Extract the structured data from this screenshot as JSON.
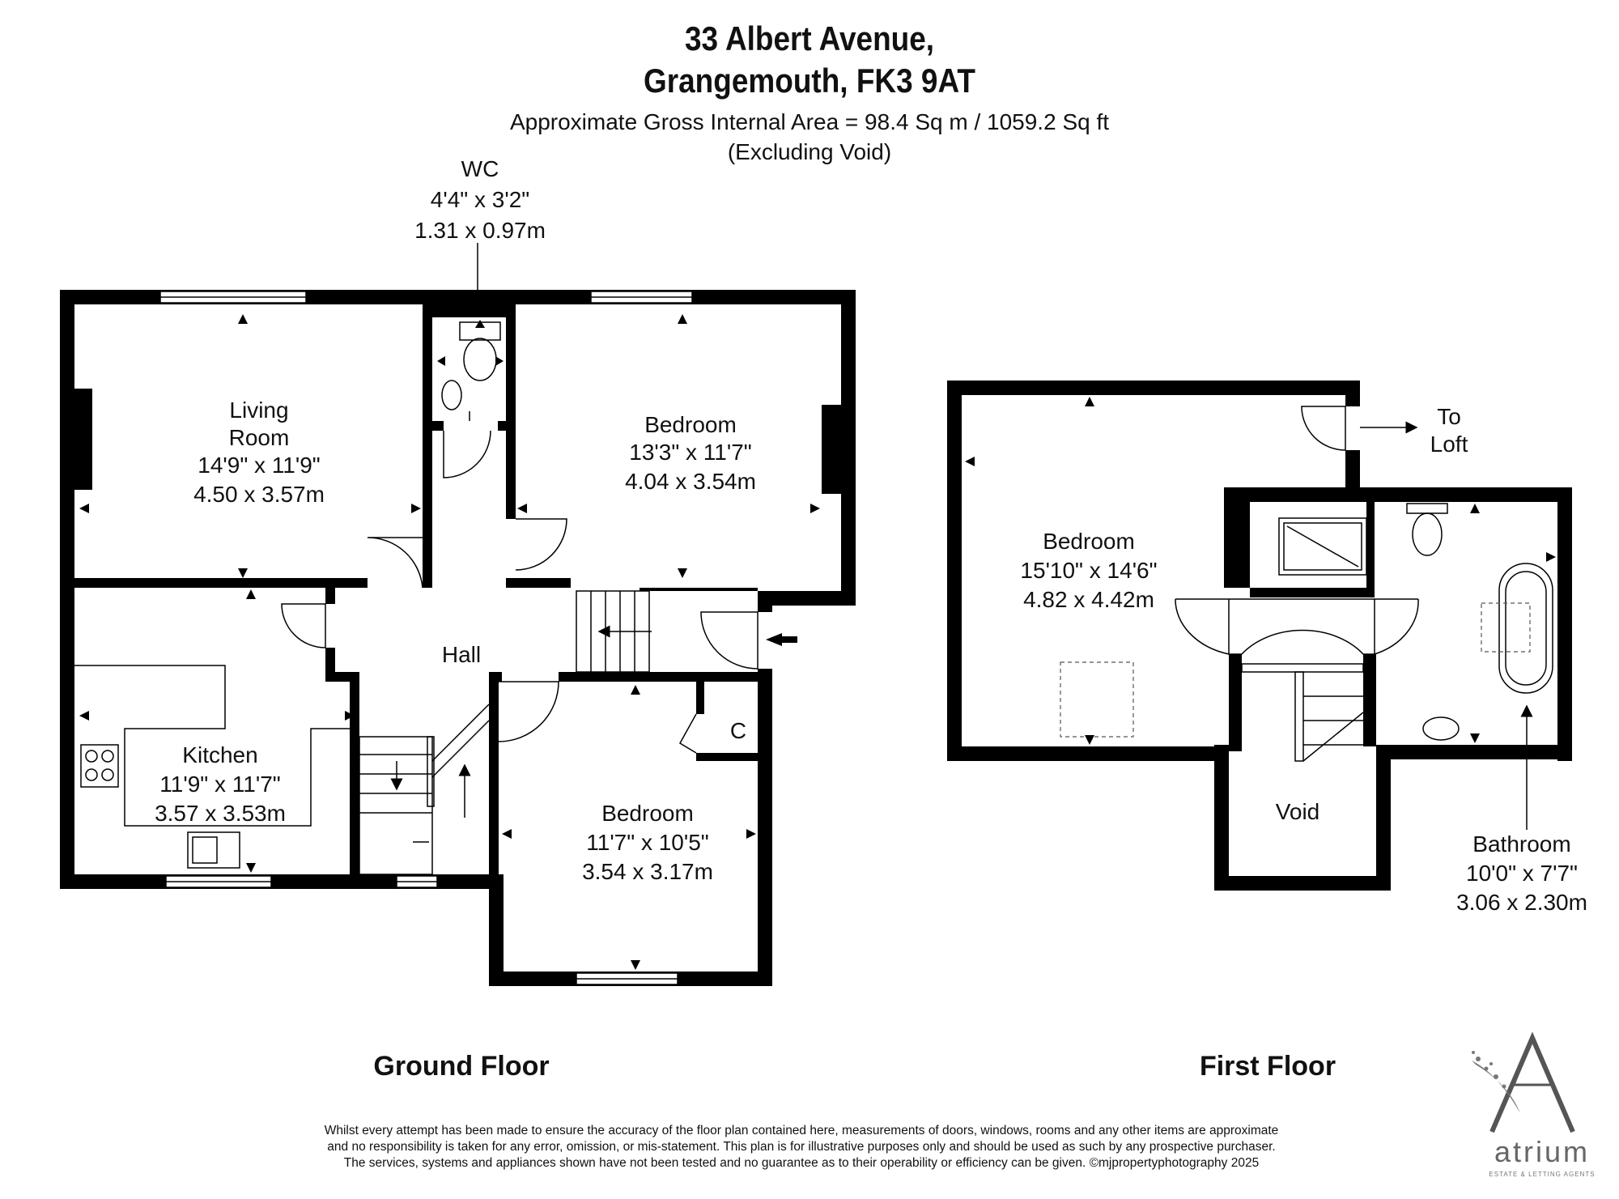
{
  "header": {
    "address_line1": "33 Albert Avenue,",
    "address_line2": "Grangemouth, FK3 9AT",
    "area": "Approximate Gross Internal Area = 98.4 Sq m / 1059.2 Sq ft",
    "area_note": "(Excluding Void)"
  },
  "ground_floor": {
    "label": "Ground Floor",
    "wc": {
      "name": "WC",
      "imperial": "4'4\" x 3'2\"",
      "metric": "1.31 x 0.97m"
    },
    "living_room": {
      "name_line1": "Living",
      "name_line2": "Room",
      "imperial": "14'9\" x 11'9\"",
      "metric": "4.50 x 3.57m"
    },
    "bedroom_front": {
      "name": "Bedroom",
      "imperial": "13'3\" x 11'7\"",
      "metric": "4.04 x 3.54m"
    },
    "hall": {
      "name": "Hall"
    },
    "kitchen": {
      "name": "Kitchen",
      "imperial": "11'9\" x 11'7\"",
      "metric": "3.57 x 3.53m"
    },
    "bedroom_rear": {
      "name": "Bedroom",
      "imperial": "11'7\" x 10'5\"",
      "metric": "3.54 x 3.17m"
    },
    "cupboard": {
      "name": "C"
    }
  },
  "first_floor": {
    "label": "First Floor",
    "bedroom": {
      "name": "Bedroom",
      "imperial": "15'10\" x 14'6\"",
      "metric": "4.82 x 4.42m"
    },
    "loft": {
      "line1": "To",
      "line2": "Loft"
    },
    "void": {
      "name": "Void"
    },
    "bathroom": {
      "name": "Bathroom",
      "imperial": "10'0\" x 7'7\"",
      "metric": "3.06 x 2.30m"
    }
  },
  "disclaimer": {
    "line1": "Whilst every attempt has been made to ensure the accuracy of the floor plan contained here, measurements of doors, windows, rooms and any other items are approximate",
    "line2": "and no responsibility is taken for any error, omission, or mis-statement. This plan is for illustrative purposes only and should be used as such by any prospective purchaser.",
    "line3": "The services, systems and appliances shown have not been tested and no guarantee as to their operability or efficiency can be given. ©mjpropertyphotography 2025"
  },
  "logo": {
    "wordmark": "atrium",
    "tagline": "ESTATE & LETTING AGENTS"
  },
  "colors": {
    "wall": "#000000",
    "background": "#ffffff",
    "logo_grey": "#666666"
  }
}
